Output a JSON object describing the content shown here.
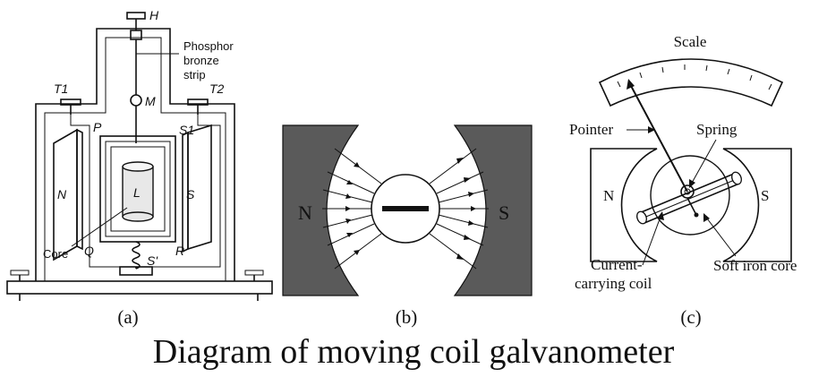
{
  "title": "Diagram of moving coil galvanometer",
  "panels": {
    "a": {
      "caption": "(a)",
      "labels": {
        "H": "H",
        "phosphor": [
          "Phosphor",
          "bronze",
          "strip"
        ],
        "T1": "T1",
        "T2": "T2",
        "M": "M",
        "P": "P",
        "S1": "S1",
        "N": "N",
        "S": "S",
        "L": "L",
        "core": "Core",
        "Q": "Q",
        "R": "R",
        "Sprime": "S'"
      }
    },
    "b": {
      "caption": "(b)",
      "labels": {
        "N": "N",
        "S": "S"
      }
    },
    "c": {
      "caption": "(c)",
      "labels": {
        "scale": "Scale",
        "pointer": "Pointer",
        "spring": "Spring",
        "N": "N",
        "S": "S",
        "current": [
          "Current-",
          "carrying coil"
        ],
        "soft_iron": "Soft iron core"
      }
    }
  },
  "colors": {
    "magnet_fill": "#5a5a5a",
    "line": "#111111",
    "background": "#ffffff"
  }
}
